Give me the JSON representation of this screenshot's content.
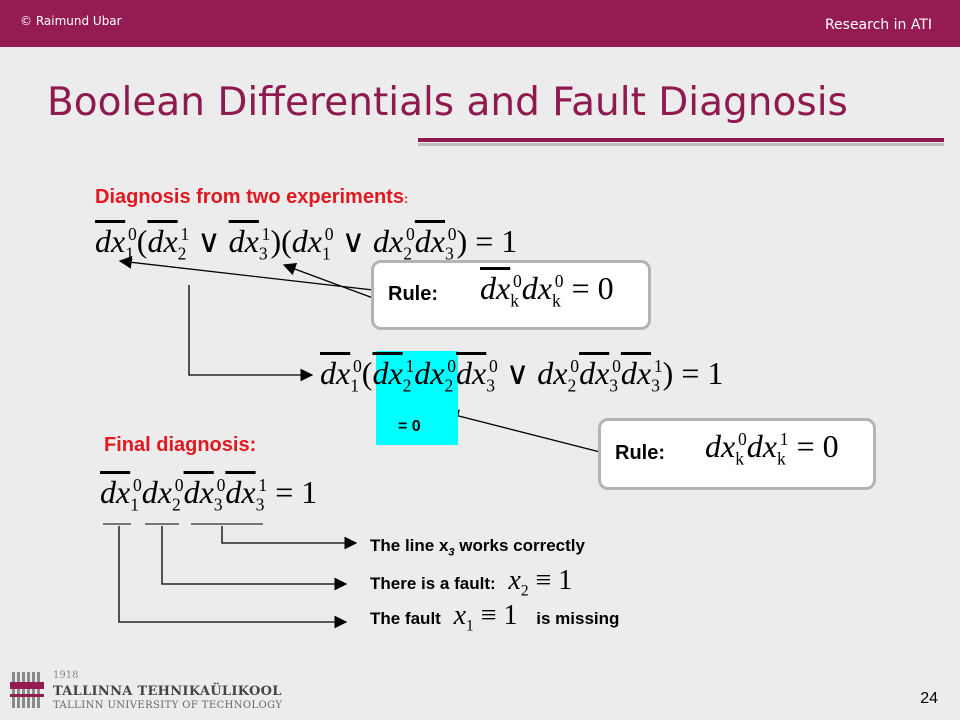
{
  "header": {
    "copyright": "© Raimund Ubar",
    "section": "Research in ATI"
  },
  "title": "Boolean Differentials and Fault Diagnosis",
  "diagnosis_heading": "Diagnosis from two experiments",
  "diagnosis_heading_colon": ":",
  "final_heading": "Final diagnosis:",
  "rules": [
    {
      "label": "Rule:",
      "expression": "dx_k^0 dx_k^0 = 0"
    },
    {
      "label": "Rule:",
      "expression": "dx_k^0 dx_k^1 = 0"
    }
  ],
  "equal_zero": "= 0",
  "equations": {
    "eq1": "dx1^0 (dx2^1 ∨ dx3^1)(dx1^0 ∨ dx2^0 dx3^0) = 1",
    "eq2": "dx1^0 (dx2^1 dx2^0 dx3^0 ∨ dx2^0 dx3^0 dx3^1) = 1",
    "eq3": "dx1^0 dx2^0 dx3^0 dx3^1 = 1"
  },
  "conclusions": {
    "line_x3_prefix": "The line x",
    "line_x3_sub": "3",
    "line_x3_suffix": " works correctly",
    "fault_present": "There is a fault:",
    "fault_present_expr_var": "x",
    "fault_present_expr_sub": "2",
    "fault_present_expr_rest": "≡ 1",
    "fault_missing_prefix": "The fault",
    "fault_missing_expr_var": "x",
    "fault_missing_expr_sub": "1",
    "fault_missing_expr_rest": "≡ 1",
    "fault_missing_suffix": "is missing"
  },
  "logo": {
    "year": "1918",
    "name": "TALLINNA TEHNIKAÜLIKOOL",
    "english": "TALLINN UNIVERSITY OF TECHNOLOGY"
  },
  "page_number": "24",
  "colors": {
    "header_bar": "#941c52",
    "title": "#8e1a4f",
    "heading_red": "#e0181f",
    "highlight": "#00ffff"
  }
}
